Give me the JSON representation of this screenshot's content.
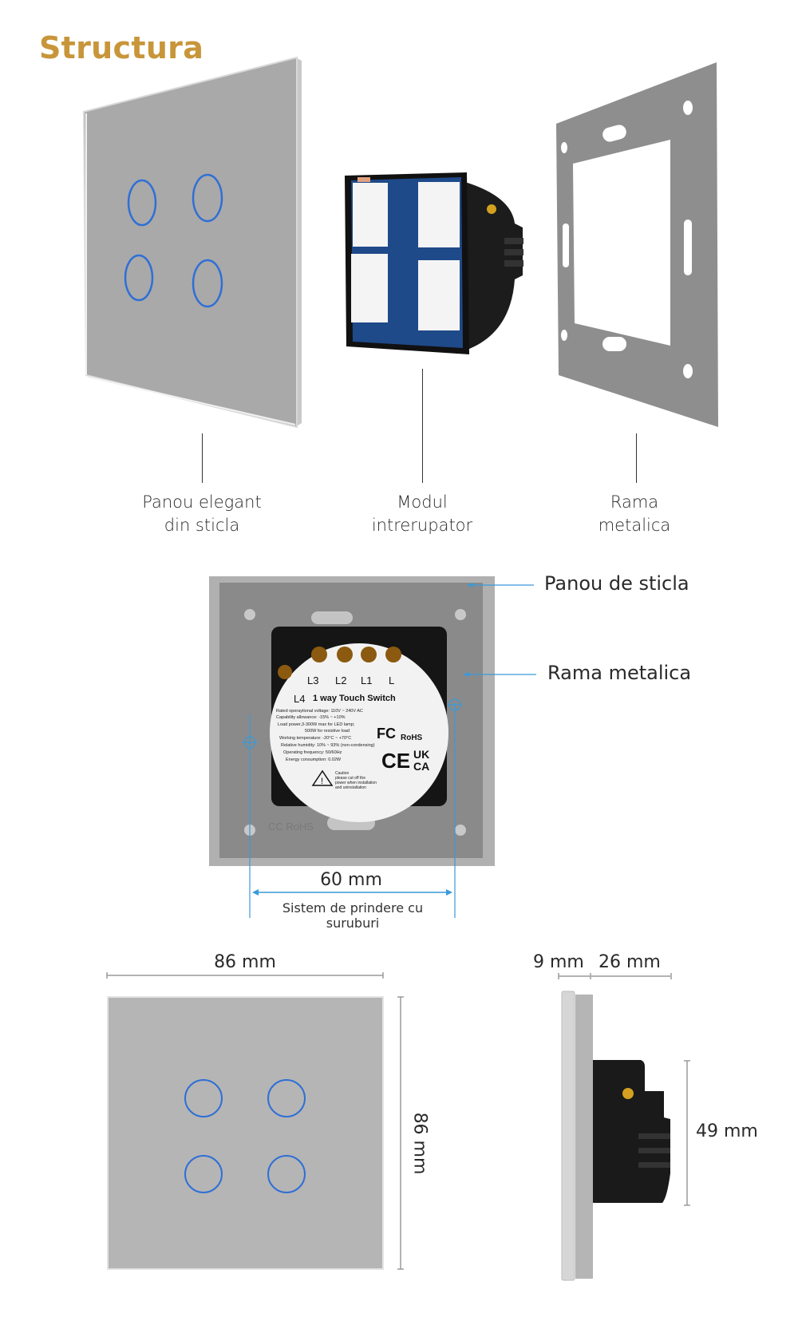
{
  "title": "Structura",
  "colors": {
    "title": "#C8963A",
    "glass": "#A9A9A9",
    "glass_front": "#B5B5B5",
    "touch_ring": "#2F6FD6",
    "pcb": "#1F4A8A",
    "module_body": "#1C1C1C",
    "frame": "#8E8E8E",
    "callout_line": "#3A9AD9",
    "dim_line": "#9A9A9A"
  },
  "components": [
    {
      "id": "glass-panel",
      "label_line1": "Panou elegant",
      "label_line2": "din sticla",
      "touch_buttons": 4
    },
    {
      "id": "switch-module",
      "label_line1": "Modul",
      "label_line2": "intrerupator"
    },
    {
      "id": "metal-frame",
      "label_line1": "Rama",
      "label_line2": "metalica"
    }
  ],
  "back_view": {
    "callouts": [
      "Panou de sticla",
      "Rama metalica"
    ],
    "terminals": [
      "L3",
      "L2",
      "L1",
      "L",
      "L4"
    ],
    "product_name": "1 way Touch Switch",
    "specs": [
      "Rated operaytional voltage: 110V ~ 240V AC",
      "Capability allowance: -15% ~ +10%",
      "Load power,3-300W max for LED lamp;",
      "500W for resistive load",
      "Working temperature: -20°C ~ +70°C",
      "Relative humidity: 10% ~ 93% (non-condensing)",
      "Operating frequency: 50/60Hz",
      "Energy consumption: 0.02W"
    ],
    "caution": [
      "Caution",
      "please cut off the",
      "power when installation",
      "and uninstallation"
    ],
    "marks": {
      "fc": "FC",
      "rohs": "RoHS",
      "ce": "CE",
      "ukca_top": "UK",
      "ukca_bottom": "CA",
      "frame_mark": "CC RoHS"
    },
    "mount_spacing": "60 mm",
    "mount_caption": "Sistem de prindere cu suruburi"
  },
  "dimensions": {
    "front_width": "86 mm",
    "front_height": "86 mm",
    "glass_depth": "9 mm",
    "module_depth": "26 mm",
    "module_height": "49 mm"
  }
}
